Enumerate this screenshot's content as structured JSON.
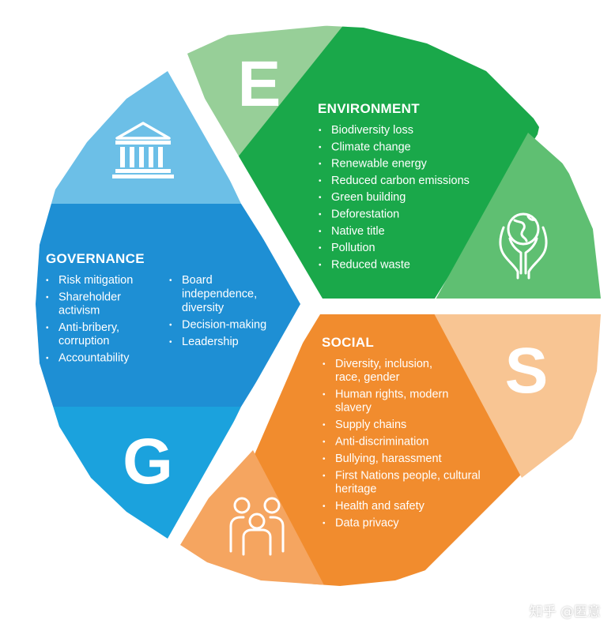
{
  "environment": {
    "letter": "E",
    "title": "ENVIRONMENT",
    "icon": "globe-in-hands-icon",
    "items": [
      "Biodiversity loss",
      "Climate change",
      "Renewable energy",
      "Reduced carbon emissions",
      "Green building",
      "Deforestation",
      "Native title",
      "Pollution",
      "Reduced waste"
    ]
  },
  "social": {
    "letter": "S",
    "title": "SOCIAL",
    "icon": "people-group-icon",
    "items": [
      [
        "Diversity, inclusion,",
        "race, gender"
      ],
      [
        "Human rights, modern",
        "slavery"
      ],
      [
        "Supply chains"
      ],
      [
        "Anti-discrimination"
      ],
      [
        "Bullying, harassment"
      ],
      [
        "First Nations people, cultural",
        "heritage"
      ],
      [
        "Health and safety"
      ],
      [
        "Data privacy"
      ]
    ]
  },
  "governance": {
    "letter": "G",
    "title": "GOVERNANCE",
    "icon": "government-building-icon",
    "items_left": [
      [
        "Risk mitigation"
      ],
      [
        "Shareholder",
        "activism"
      ],
      [
        "Anti-bribery,",
        "corruption"
      ],
      [
        "Accountability"
      ]
    ],
    "items_right": [
      [
        "Board",
        "independence,",
        "diversity"
      ],
      [
        "Decision-making"
      ],
      [
        "Leadership"
      ]
    ]
  },
  "watermark": "知乎 @匿意",
  "colors": {
    "env_dark": "#1aa84a",
    "env_mid": "#5fbf72",
    "env_light": "#97cf98",
    "soc_dark": "#f18c2e",
    "soc_mid": "#f5a560",
    "soc_light": "#f8c593",
    "gov_dark": "#1e8fd4",
    "gov_mid": "#1ba2dd",
    "gov_light": "#6cbfe7"
  }
}
